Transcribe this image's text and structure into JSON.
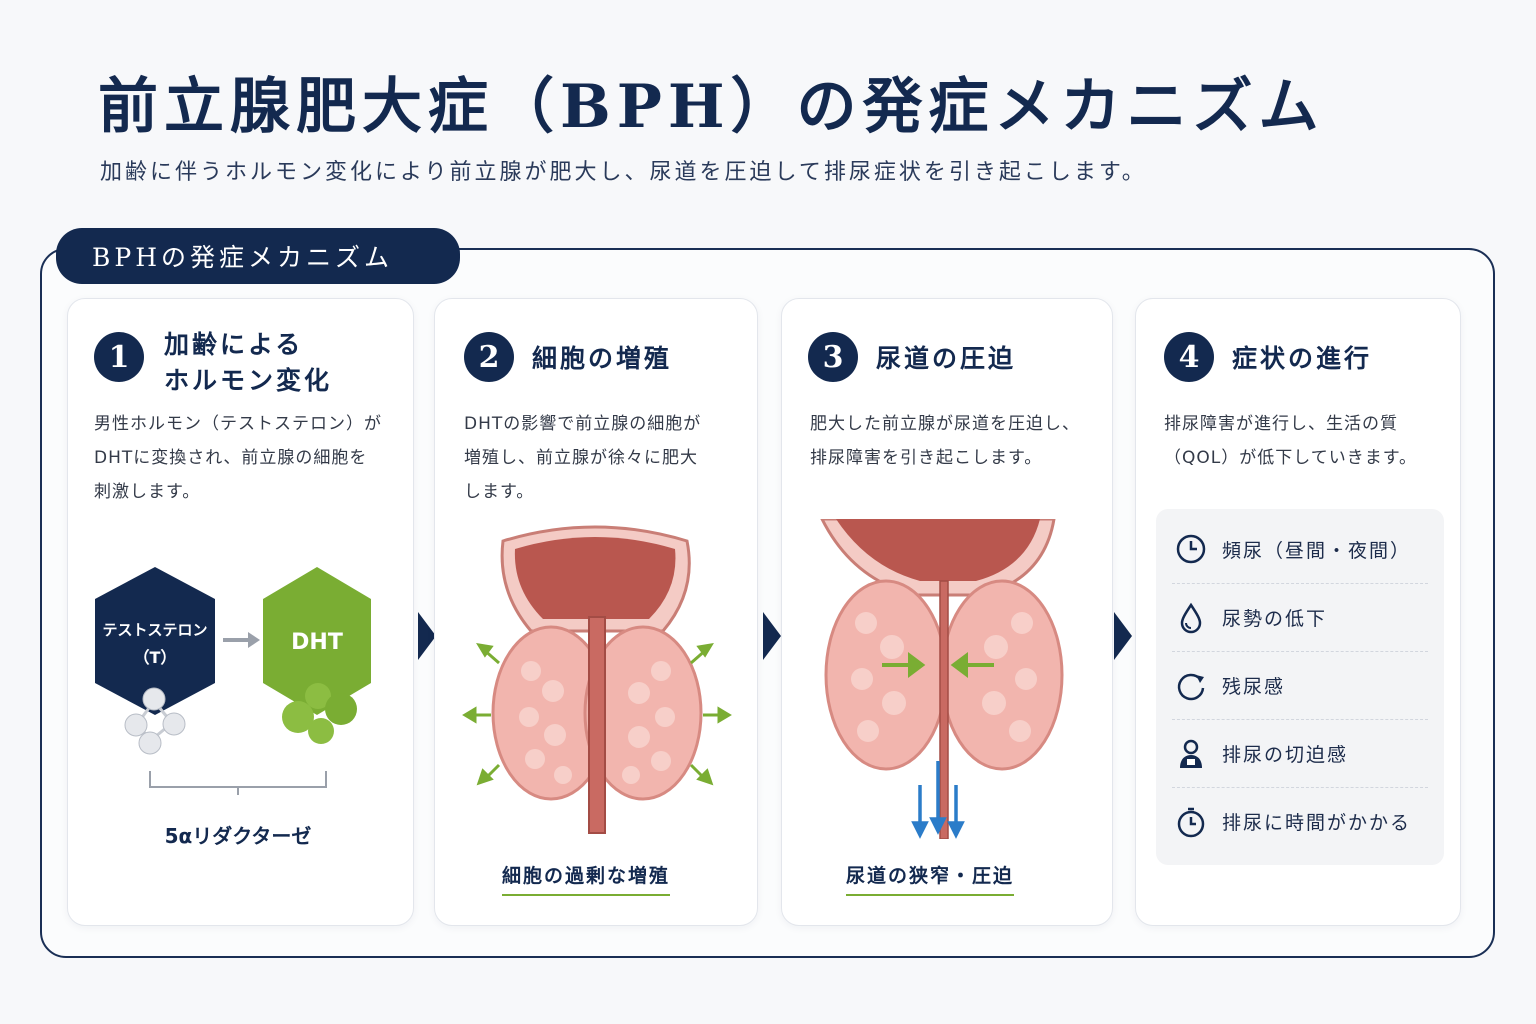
{
  "header": {
    "title": "前立腺肥大症（BPH）の発症メカニズム",
    "subtitle": "加齢に伴うホルモン変化により前立腺が肥大し、尿道を圧迫して排尿症状を引き起こします。"
  },
  "section": {
    "tab_label": "BPHの発症メカニズム"
  },
  "steps": [
    {
      "number": "1",
      "title": "加齢による\nホルモン変化",
      "description": "男性ホルモン（テストステロン）が\nDHTに変換され、前立腺の細胞を\n刺激します。",
      "hex_left_label_1": "テストステロン",
      "hex_left_label_2": "（T）",
      "hex_right_label": "DHT",
      "enzyme_label": "5αリダクターゼ"
    },
    {
      "number": "2",
      "title": "細胞の増殖",
      "description": "DHTの影響で前立腺の細胞が\n増殖し、前立腺が徐々に肥大\nします。",
      "caption": "細胞の過剰な増殖"
    },
    {
      "number": "3",
      "title": "尿道の圧迫",
      "description": "肥大した前立腺が尿道を圧迫し、\n排尿障害を引き起こします。",
      "caption": "尿道の狭窄・圧迫"
    },
    {
      "number": "4",
      "title": "症状の進行",
      "description": "排尿障害が進行し、生活の質\n（QOL）が低下していきます。",
      "symptoms": [
        {
          "icon": "clock-icon",
          "label": "頻尿（昼間・夜間）"
        },
        {
          "icon": "drop-icon",
          "label": "尿勢の低下"
        },
        {
          "icon": "circular-arrow-icon",
          "label": "残尿感"
        },
        {
          "icon": "person-icon",
          "label": "排尿の切迫感"
        },
        {
          "icon": "timer-icon",
          "label": "排尿に時間がかかる"
        }
      ]
    }
  ],
  "colors": {
    "navy": "#13294f",
    "green": "#7aad33",
    "tissue": "#f2b5ae",
    "bladder": "#b9574f",
    "arrow_blue": "#2b7cc9"
  }
}
